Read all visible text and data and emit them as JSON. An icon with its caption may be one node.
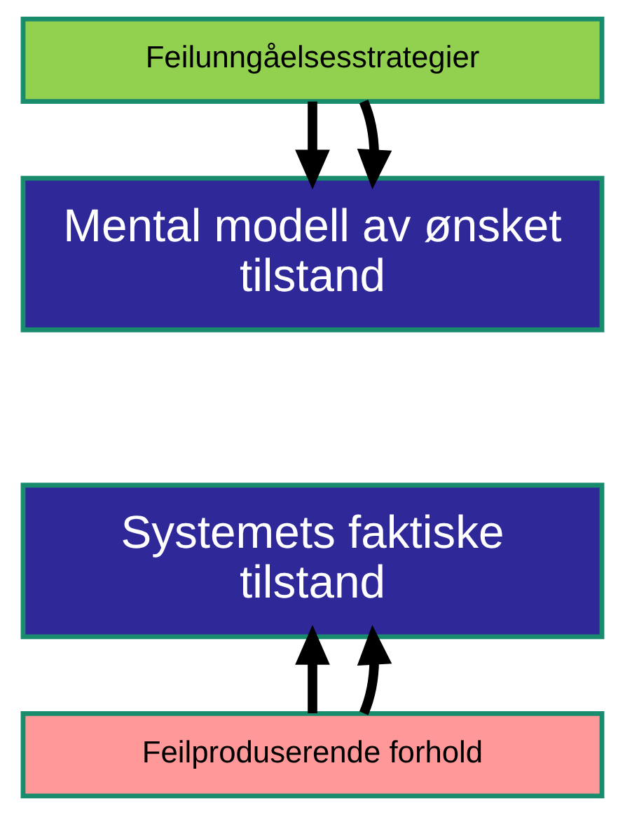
{
  "diagram": {
    "nodes": [
      {
        "text": [
          "Feilunngåelsesstrategier"
        ]
      },
      {
        "text": [
          "Mental modell av ønsket tilstand"
        ]
      },
      {
        "text": [
          "Systemets faktiske tilstand"
        ]
      },
      {
        "text": [
          "Feilproduserende forhold"
        ]
      }
    ],
    "edges": [
      {
        "from": 0,
        "to": 1,
        "arrow": "to"
      },
      {
        "from": 0,
        "to": 1,
        "arrow": "to"
      },
      {
        "from": 3,
        "to": 2,
        "arrow": "to"
      },
      {
        "from": 3,
        "to": 2,
        "arrow": "to"
      }
    ]
  }
}
